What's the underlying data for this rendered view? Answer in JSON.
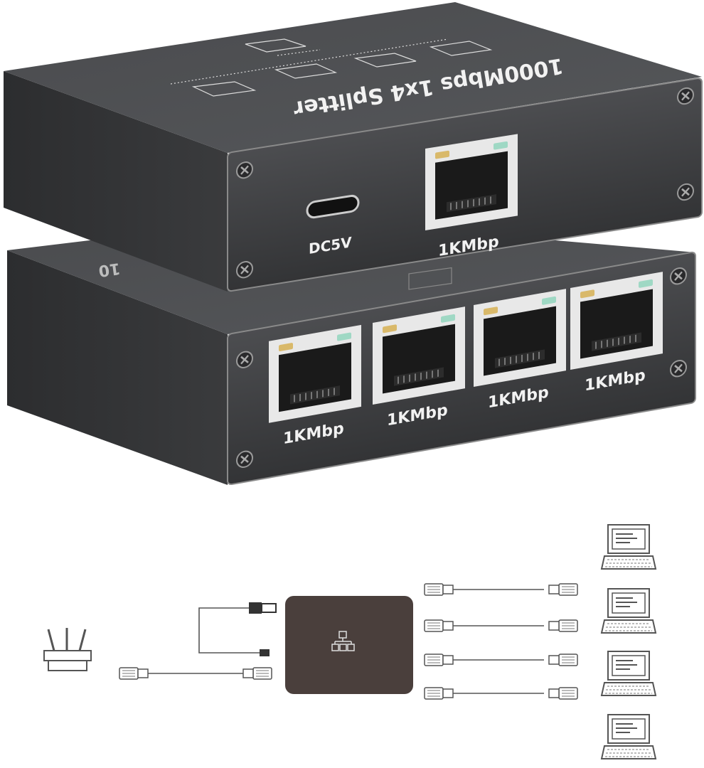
{
  "product": {
    "top_text": "1000Mbps 1x4 Splitter",
    "lower_top_text": "10",
    "power_label": "DC5V",
    "input_port_label": "1KMbp",
    "output_port_labels": [
      "1KMbp",
      "1KMbp",
      "1KMbp",
      "1KMbp"
    ]
  },
  "colors": {
    "housing": "#3d3e40",
    "diagram_box": "#4a3f3c",
    "led_amber": "#d9b96a",
    "led_green": "#9fd8c4"
  },
  "diagram": {
    "icons": [
      "router-icon",
      "usb-cable-icon",
      "ethernet-cable-icon",
      "switch-box-icon",
      "laptop-icon"
    ]
  }
}
